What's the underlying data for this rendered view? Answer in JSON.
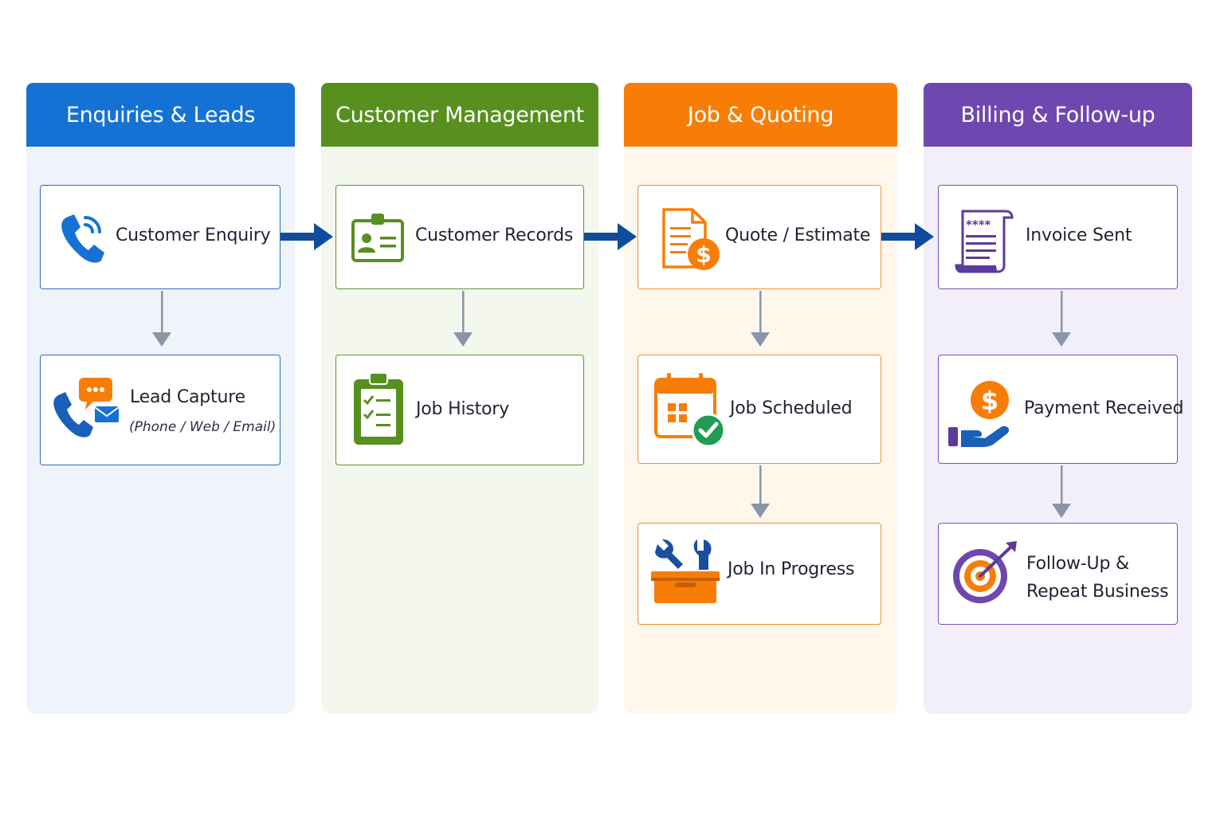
{
  "colors": {
    "blue": "#1572d4",
    "green": "#57901e",
    "orange": "#f87d07",
    "purple": "#6f47b0",
    "arrow_blue": "#0f4c9c",
    "arrow_gray": "#8a95a8"
  },
  "columns": [
    {
      "title": "Enquiries & Leads"
    },
    {
      "title": "Customer Management"
    },
    {
      "title": "Job & Quoting"
    },
    {
      "title": "Billing & Follow-up"
    }
  ],
  "cards": {
    "customer_enquiry": {
      "label": "Customer Enquiry",
      "icon": "phone-icon"
    },
    "lead_capture": {
      "label": "Lead Capture",
      "sub": "(Phone / Web / Email)",
      "icon": "phone-chat-email-icon"
    },
    "customer_records": {
      "label": "Customer Records",
      "icon": "id-card-icon"
    },
    "job_history": {
      "label": "Job History",
      "icon": "clipboard-checklist-icon"
    },
    "quote_estimate": {
      "label": "Quote / Estimate",
      "icon": "document-dollar-icon"
    },
    "job_scheduled": {
      "label": "Job Scheduled",
      "icon": "calendar-check-icon"
    },
    "job_in_progress": {
      "label": "Job In Progress",
      "icon": "toolbox-wrench-icon"
    },
    "invoice_sent": {
      "label": "Invoice Sent",
      "icon": "invoice-icon"
    },
    "payment_received": {
      "label": "Payment Received",
      "icon": "hand-coin-icon"
    },
    "follow_up_line1": "Follow-Up &",
    "follow_up_line2": "Repeat Business",
    "follow_up_icon": "target-arrow-icon"
  },
  "stars": "****"
}
